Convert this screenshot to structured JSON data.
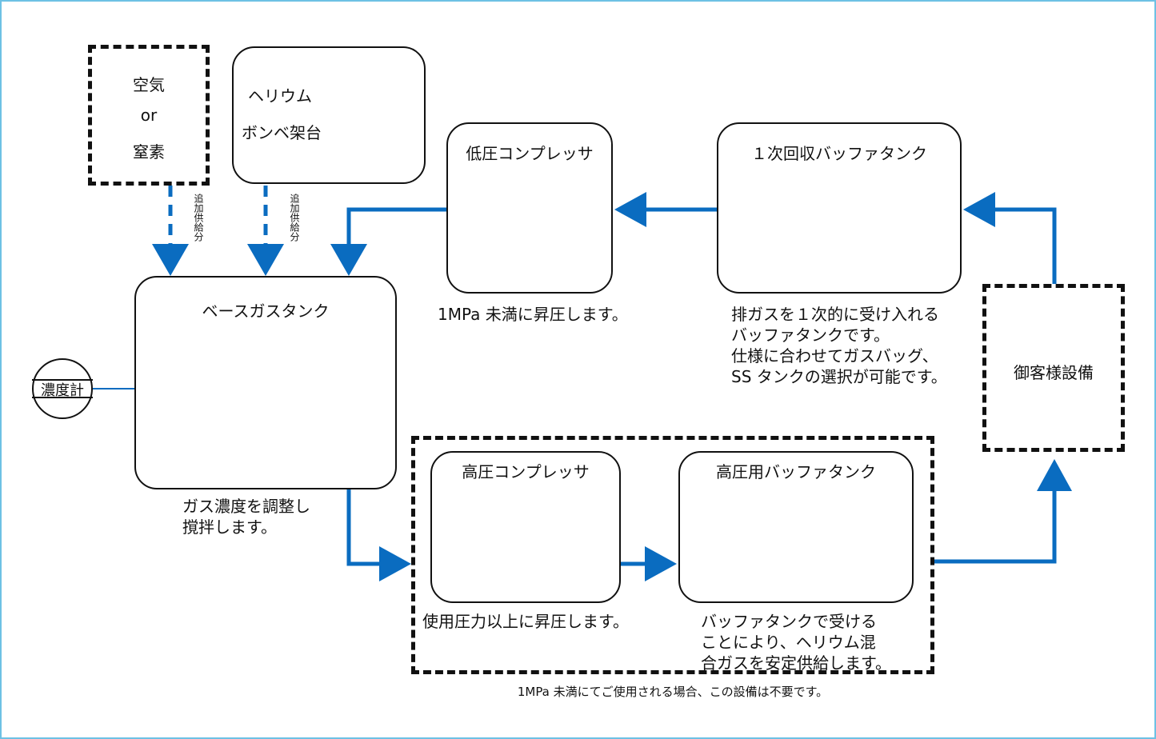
{
  "nodes": {
    "air": {
      "line1": "空気",
      "line2": "or",
      "line3": "窒素"
    },
    "helium": {
      "line1": "ヘリウム",
      "line2": "ボンベ架台"
    },
    "base_tank": {
      "title": "ベースガスタンク",
      "note_line1": "ガス濃度を調整し",
      "note_line2": "撹拌します。"
    },
    "low_compressor": {
      "title": "低圧コンプレッサ",
      "note": "1MPa 未満に昇圧します。"
    },
    "recovery_tank": {
      "title": "１次回収バッファタンク",
      "note_line1": "排ガスを１次的に受け入れる",
      "note_line2": "バッファタンクです。",
      "note_line3": "仕様に合わせてガスバッグ、",
      "note_line4": "SS タンクの選択が可能です。"
    },
    "customer": {
      "title": "御客様設備"
    },
    "densitometer": {
      "label": "濃度計"
    },
    "high_compressor": {
      "title": "高圧コンプレッサ",
      "note": "使用圧力以上に昇圧します。"
    },
    "high_buffer": {
      "title": "高圧用バッファタンク",
      "note_line1": "バッファタンクで受ける",
      "note_line2": "ことにより、ヘリウム混",
      "note_line3": "合ガスを安定供給します。"
    }
  },
  "supply_labels": {
    "left": "追加供給分",
    "right": "追加供給分"
  },
  "optional_note": "1MPa 未満にてご使用される場合、この設備は不要です。",
  "colors": {
    "flow": "#0a6cc0",
    "frame": "#6ec1e4",
    "equipment": "#2f8fd0"
  }
}
